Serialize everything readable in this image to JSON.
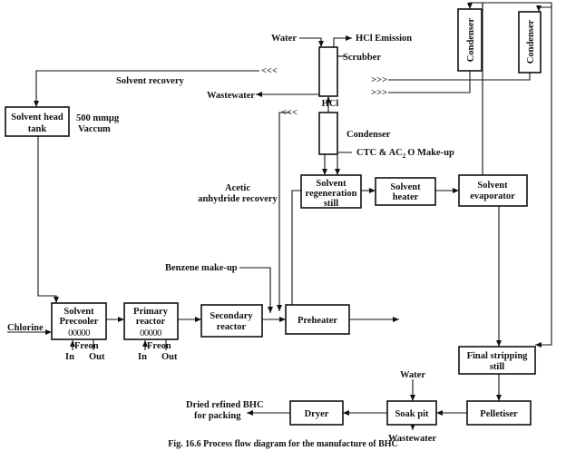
{
  "units": {
    "solvent_head_tank": [
      "Solvent head",
      "tank"
    ],
    "solvent_precooler": [
      "Solvent",
      "Precooler"
    ],
    "primary_reactor": [
      "Primary",
      "reactor"
    ],
    "secondary_reactor": [
      "Secondary",
      "reactor"
    ],
    "preheater": "Preheater",
    "scrubber": "Scrubber",
    "condenser_hcl": "Condenser",
    "condenser_1": "Condenser",
    "condenser_2": "Condenser",
    "solvent_regeneration_still": [
      "Solvent",
      "regeneration",
      "still"
    ],
    "solvent_heater": [
      "Solvent",
      "heater"
    ],
    "solvent_evaporator": [
      "Solvent",
      "evaporator"
    ],
    "final_stripping_still": [
      "Final stripping",
      "still"
    ],
    "pelletiser": "Pelletiser",
    "soak_pit": "Soak pit",
    "dryer": "Dryer"
  },
  "streams": {
    "water_in": "Water",
    "hcl_emission": "HCl Emission",
    "solvent_recovery": "Solvent recovery",
    "wastewater_scrubber": "Wastewater",
    "vacuum_label": [
      "500 mmμg",
      "Vaccum"
    ],
    "hcl": "HCl",
    "ctc_makeup_prefix": "CTC & AC",
    "ctc_makeup_sub": "2",
    "ctc_makeup_suffix": "O Make-up",
    "acetic_recovery": [
      "Acetic",
      "anhydride recovery"
    ],
    "benzene_makeup": "Benzene make-up",
    "chlorine": "Chlorine",
    "freon": "Freon",
    "freon_in": "In",
    "freon_out": "Out",
    "water_soak": "Water",
    "wastewater_soak": "Wastewater",
    "dried_bhc": [
      "Dried refined BHC",
      "for packing"
    ],
    "recycle_arrows": "<<<",
    "feed_arrows": ">>>",
    "coil": "00000"
  },
  "caption": "Fig. 16.6 Process flow diagram for the manufacture of BHC"
}
